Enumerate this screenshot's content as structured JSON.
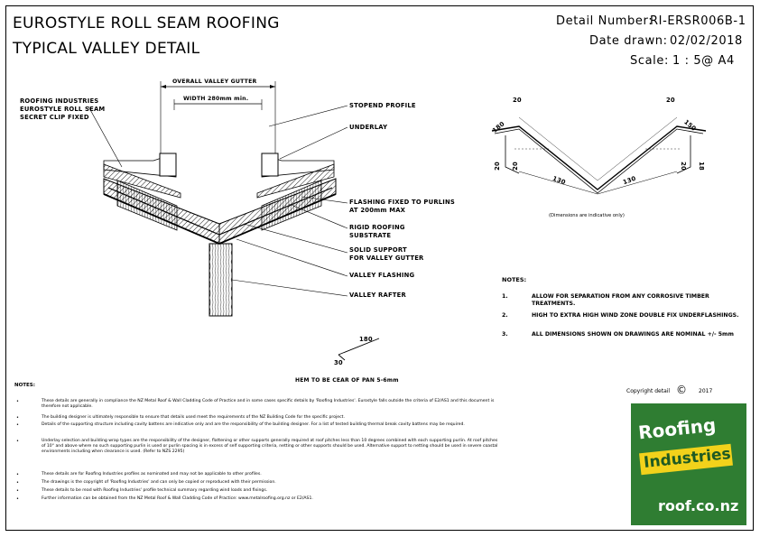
{
  "title": {
    "line1": "EUROSTYLE ROLL SEAM ROOFING",
    "line2": "TYPICAL VALLEY DETAIL"
  },
  "header": {
    "detail_number_label": "Detail Number:",
    "detail_number": "RI-ERSR006B-1",
    "date_label": "Date drawn:",
    "date": "02/02/2018",
    "scale_label": "Scale:",
    "scale": "1 : 5@ A4"
  },
  "main_drawing": {
    "overall_gutter": "OVERALL VALLEY GUTTER",
    "width": "WIDTH 280mm min.",
    "left_labels": [
      "ROOFING INDUSTRIES",
      "EUROSTYLE ROLL SEAM",
      "SECRET CLIP FIXED"
    ],
    "right_labels": [
      "STOPEND PROFILE",
      "UNDERLAY",
      "FLASHING FIXED TO PURLINS",
      "AT 200mm MAX",
      "RIGID ROOFING",
      "SUBSTRATE",
      "SOLID SUPPORT",
      "FOR VALLEY GUTTER",
      "VALLEY FLASHING",
      "VALLEY RAFTER"
    ]
  },
  "profile": {
    "dims_left": [
      "20",
      "180",
      "20",
      "20"
    ],
    "dims_right": [
      "20",
      "150",
      "20",
      "18"
    ],
    "base_left": "130",
    "base_right": "130",
    "note": "(Dimensions are indicative only)"
  },
  "hem": {
    "dim_a": "180",
    "dim_b": "30",
    "label": "HEM TO BE CEAR OF PAN 5-6mm"
  },
  "notes_right": {
    "title": "NOTES:",
    "items": [
      {
        "n": "1.",
        "text": "ALLOW FOR SEPARATION FROM ANY CORROSIVE TIMBER TREATMENTS."
      },
      {
        "n": "2.",
        "text": "HIGH TO EXTRA HIGH WIND ZONE DOUBLE FIX UNDERFLASHINGS."
      },
      {
        "n": "3.",
        "text": "ALL DIMENSIONS SHOWN ON DRAWINGS ARE NOMINAL +/- 5mm"
      }
    ]
  },
  "notes_general": {
    "title": "NOTES:",
    "items": [
      "These details are generally in compliance the NZ Metal Roof & Wall Cladding Code of Practice and in some cases specific details by 'Roofing Industries'. Eurostyle falls outside the criteria of E2/AS1 and this document is therefore not applicable.",
      "The building designer is ultimately responsible to ensure that details used meet the requirements of the NZ Building Code for the specific project.",
      "Details of the supporting structure including cavity battens are indicative only and are the responsibility of the building designer. For a list of tested building thermal break cavity battens may be required.",
      "Underlay selection and building wrap types are the responsibility of the designer, flattening or other supports generally required at roof pitches less than 10 degrees combined with each supporting purlin. At roof pitches of 10° and above where no such supporting purlin is used or purlin spacing is in excess of self supporting criteria, netting or other supports should be used. Alternative support to netting should be used in severe coastal environments including when clearance is used. (Refer to NZS 2295)",
      "These details are for Roofing Industries profiles as nominated and may not be applicable to other profiles.",
      "The drawings is the copyright of 'Roofing Industries' and can only be copied or reproduced with their permission.",
      "These details to be read with Roofing Industries' profile technical summary regarding wind loads and fixings.",
      "Further information can be obtained from the NZ Metal Roof & Wall Cladding Code of Practice: www.metalroofing.org.nz or E2/AS1."
    ]
  },
  "copyright": {
    "label": "Copyright detail",
    "symbol": "©",
    "year": "2017"
  },
  "logo": {
    "word1": "Roofing",
    "word2": "Industries",
    "url": "roof.co.nz",
    "colors": {
      "green": "#2f7d32",
      "yellow": "#f2d21b",
      "white": "#ffffff"
    }
  }
}
